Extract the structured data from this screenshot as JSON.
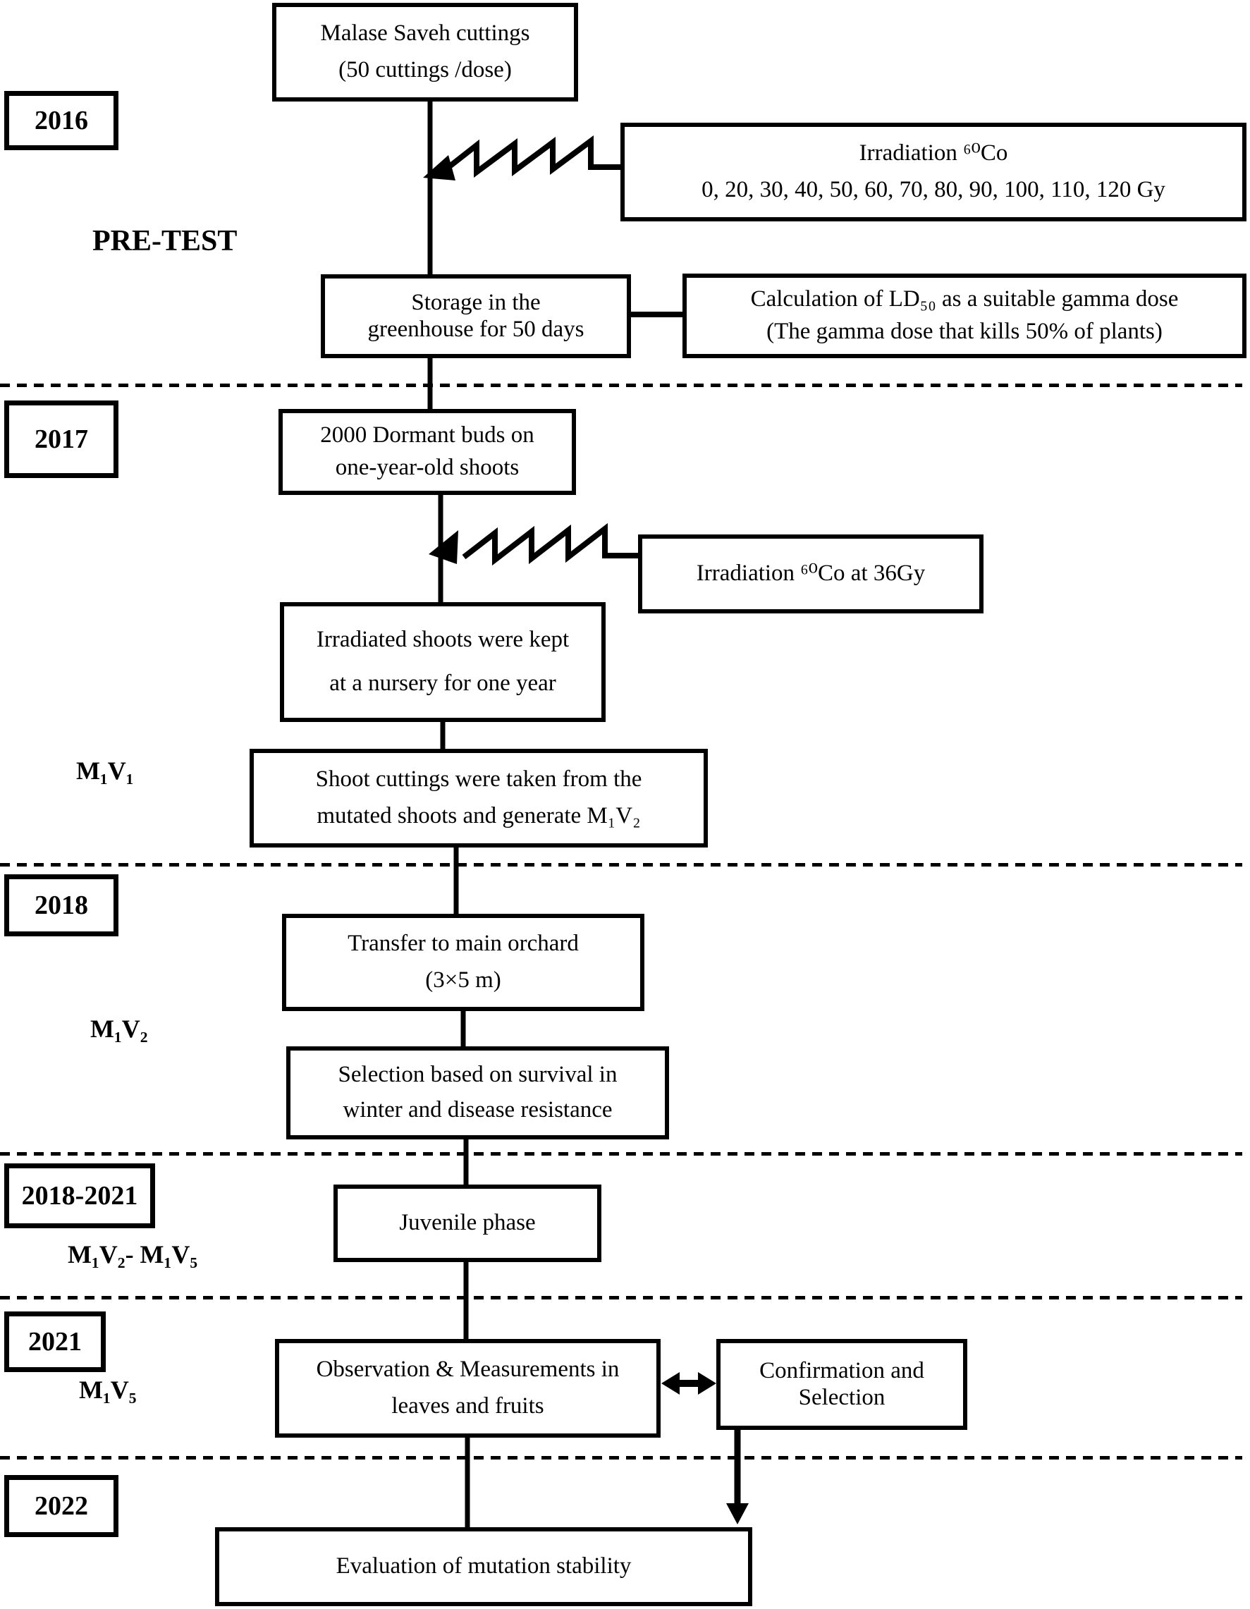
{
  "diagram": {
    "years": {
      "y2016": "2016",
      "y2017": "2017",
      "y2018": "2018",
      "y2018_2021": "2018-2021",
      "y2021": "2021",
      "y2022": "2022"
    },
    "phase_labels": {
      "pretest": "PRE-TEST",
      "m1v1": "M₁V₁",
      "m1v2": "M₁V₂",
      "m1v2_m1v5": "M₁V₂- M₁V₅",
      "m1v5": "M₁V₅"
    },
    "flow": {
      "malase": {
        "line1": "Malase Saveh cuttings",
        "line2": "(50 cuttings /dose)"
      },
      "storage": {
        "line1": "Storage in the",
        "line2": "greenhouse for 50 days"
      },
      "dormant": {
        "line1": "2000 Dormant buds on",
        "line2": "one-year-old shoots"
      },
      "irradiated": {
        "line1": "Irradiated shoots were kept",
        "line2": "at a nursery for one year"
      },
      "shoot_cuttings": {
        "line1": "Shoot cuttings were taken from the",
        "line2": "mutated shoots and generate M₁V₂"
      },
      "transfer": {
        "line1": "Transfer to main orchard",
        "line2": "(3×5 m)"
      },
      "selection": {
        "line1": "Selection based on survival in",
        "line2": "winter and disease resistance"
      },
      "juvenile": {
        "line1": "Juvenile phase"
      },
      "observation": {
        "line1": "Observation & Measurements in",
        "line2": "leaves and fruits"
      },
      "evaluation": {
        "line1": "Evaluation of mutation stability"
      }
    },
    "side": {
      "irradiation1": {
        "line1": "Irradiation ⁶⁰Co",
        "line2": "0, 20, 30, 40, 50, 60, 70, 80, 90, 100, 110, 120 Gy"
      },
      "ld50": {
        "line1": "Calculation of LD₅₀  as a suitable gamma dose",
        "line2": "(The gamma dose that kills 50% of plants)"
      },
      "irradiation2": {
        "line1": "Irradiation ⁶⁰Co at 36Gy"
      },
      "confirmation": {
        "line1": "Confirmation and",
        "line2": "Selection"
      }
    },
    "colors": {
      "ink": "#000000",
      "background": "#ffffff"
    }
  }
}
